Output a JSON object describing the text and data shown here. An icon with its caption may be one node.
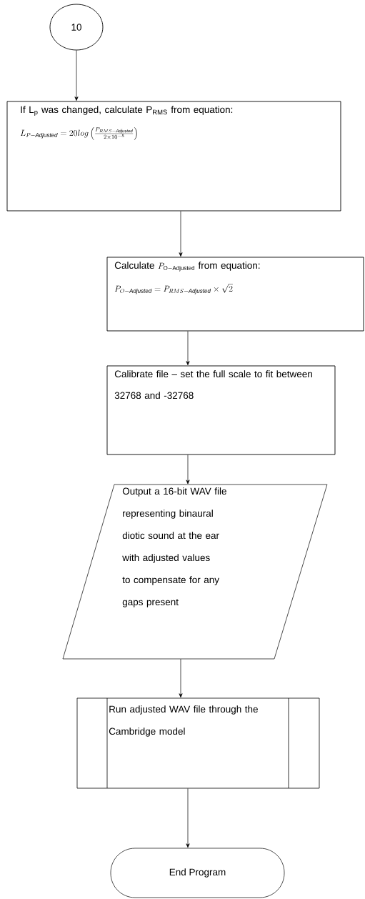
{
  "diagram": {
    "nodes": [
      {
        "text": [
          "10"
        ]
      },
      {
        "text": [
          "If L$_{p}$ was changed, calculate P$_{RMS}$ from equation:",
          "L_{P-\\mathit{Adjusted}} = 20log\\left(\\frac{P_{RMS-\\mathit{Adjusted}}}{2{\\times}10^{-5}}\\right)"
        ]
      },
      {
        "text": [
          "Calculate",
          "P_{\\mathrm{O{-}Adjusted}}",
          "from equation:",
          "P_{O-\\mathit{Adjusted}} = P_{RMS-\\mathit{Adjusted}} \\times \\sqrt{2}"
        ]
      },
      {
        "text": [
          "Calibrate file – set the full scale to fit between 32768 and -32768"
        ]
      },
      {
        "text": [
          "Output a 16-bit WAV file representing binaural diotic sound at the ear with adjusted values to compensate for any gaps present"
        ]
      },
      {
        "text": [
          "Run adjusted WAV file through the Cambridge model"
        ]
      },
      {
        "text": [
          "End Program"
        ]
      }
    ],
    "edges": [
      {
        "from": 0,
        "to": 1,
        "arrow": "to"
      },
      {
        "from": 1,
        "to": 2,
        "arrow": "to"
      },
      {
        "from": 2,
        "to": 3,
        "arrow": "to"
      },
      {
        "from": 3,
        "to": 4,
        "arrow": "to"
      },
      {
        "from": 4,
        "to": 5,
        "arrow": "to"
      },
      {
        "from": 5,
        "to": 6,
        "arrow": "to"
      }
    ]
  }
}
